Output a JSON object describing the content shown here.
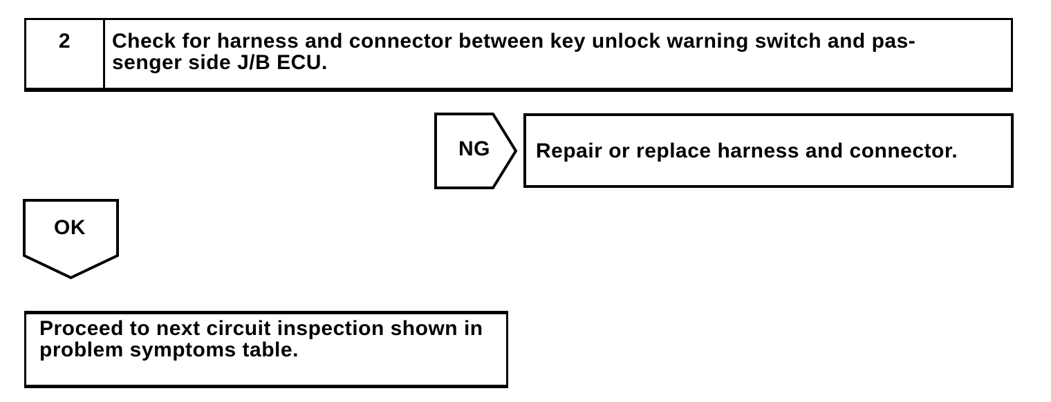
{
  "colors": {
    "ink": "#000000",
    "paper": "#ffffff"
  },
  "step": {
    "number": "2",
    "instruction_lines": [
      "Check for harness and connector between key unlock warning switch and pas-",
      "senger side J/B ECU."
    ]
  },
  "ng_branch": {
    "label": "NG",
    "action": "Repair or replace harness and connector."
  },
  "ok_branch": {
    "label": "OK",
    "action_lines": [
      "Proceed to next circuit inspection shown in",
      "problem symptoms table."
    ]
  }
}
